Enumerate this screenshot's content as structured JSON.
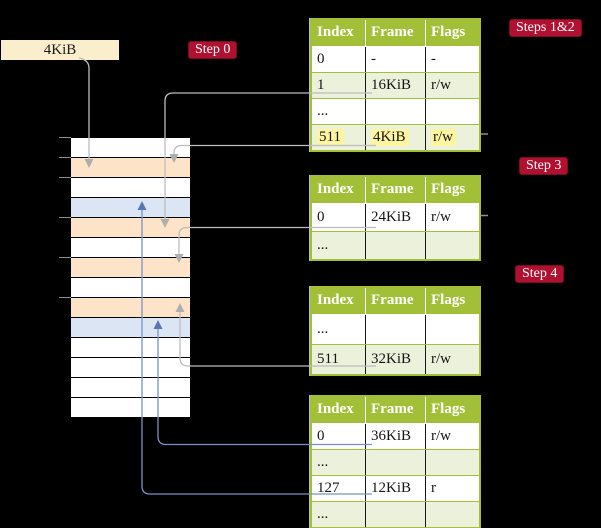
{
  "root_pointer_box": {
    "label": "4KiB"
  },
  "badges": [
    {
      "id": "step0",
      "label": "Step 0"
    },
    {
      "id": "steps12",
      "label": "Steps 1&2"
    },
    {
      "id": "step3",
      "label": "Step 3"
    },
    {
      "id": "step4",
      "label": "Step 4"
    }
  ],
  "memory": {
    "rows": [
      "white",
      "orange",
      "white",
      "blue",
      "orange",
      "white",
      "orange",
      "white",
      "orange",
      "blue",
      "white",
      "white",
      "white",
      "white"
    ]
  },
  "tables": [
    {
      "name": "page-table-steps-1-2",
      "headers": [
        "Index",
        "Frame",
        "Flags"
      ],
      "rows": [
        {
          "cells": [
            "0",
            "-",
            "-"
          ],
          "shaded": false,
          "highlight": false
        },
        {
          "cells": [
            "1",
            "16KiB",
            "r/w"
          ],
          "shaded": true,
          "highlight": false
        },
        {
          "cells": [
            "...",
            "",
            ""
          ],
          "shaded": false,
          "highlight": false
        },
        {
          "cells": [
            "511",
            "4KiB",
            "r/w"
          ],
          "shaded": true,
          "highlight": true
        }
      ]
    },
    {
      "name": "page-table-step-3",
      "headers": [
        "Index",
        "Frame",
        "Flags"
      ],
      "rows": [
        {
          "cells": [
            "0",
            "24KiB",
            "r/w"
          ],
          "shaded": false,
          "highlight": false
        },
        {
          "cells": [
            "...",
            "",
            ""
          ],
          "shaded": true,
          "highlight": false
        }
      ]
    },
    {
      "name": "page-table-step-4",
      "headers": [
        "Index",
        "Frame",
        "Flags"
      ],
      "rows": [
        {
          "cells": [
            "...",
            "",
            ""
          ],
          "shaded": false,
          "highlight": false
        },
        {
          "cells": [
            "511",
            "32KiB",
            "r/w"
          ],
          "shaded": true,
          "highlight": false
        }
      ]
    },
    {
      "name": "page-table-final",
      "headers": [
        "Index",
        "Frame",
        "Flags"
      ],
      "rows": [
        {
          "cells": [
            "0",
            "36KiB",
            "r/w"
          ],
          "shaded": false,
          "highlight": false
        },
        {
          "cells": [
            "...",
            "",
            ""
          ],
          "shaded": true,
          "highlight": false
        },
        {
          "cells": [
            "127",
            "12KiB",
            "r"
          ],
          "shaded": false,
          "highlight": false
        },
        {
          "cells": [
            "...",
            "",
            ""
          ],
          "shaded": true,
          "highlight": false
        }
      ]
    }
  ],
  "colors": {
    "badge_red": "#b01130",
    "table_header_green": "#a2c037",
    "table_shade_green": "#ecf1db",
    "memory_orange": "#fde4c9",
    "memory_blue": "#dbe5f3",
    "highlight_yellow": "#fdf5a0",
    "box_cream": "#fbeecd",
    "connector_gray": "#bdbdbd",
    "connector_blue": "#7693c8"
  }
}
